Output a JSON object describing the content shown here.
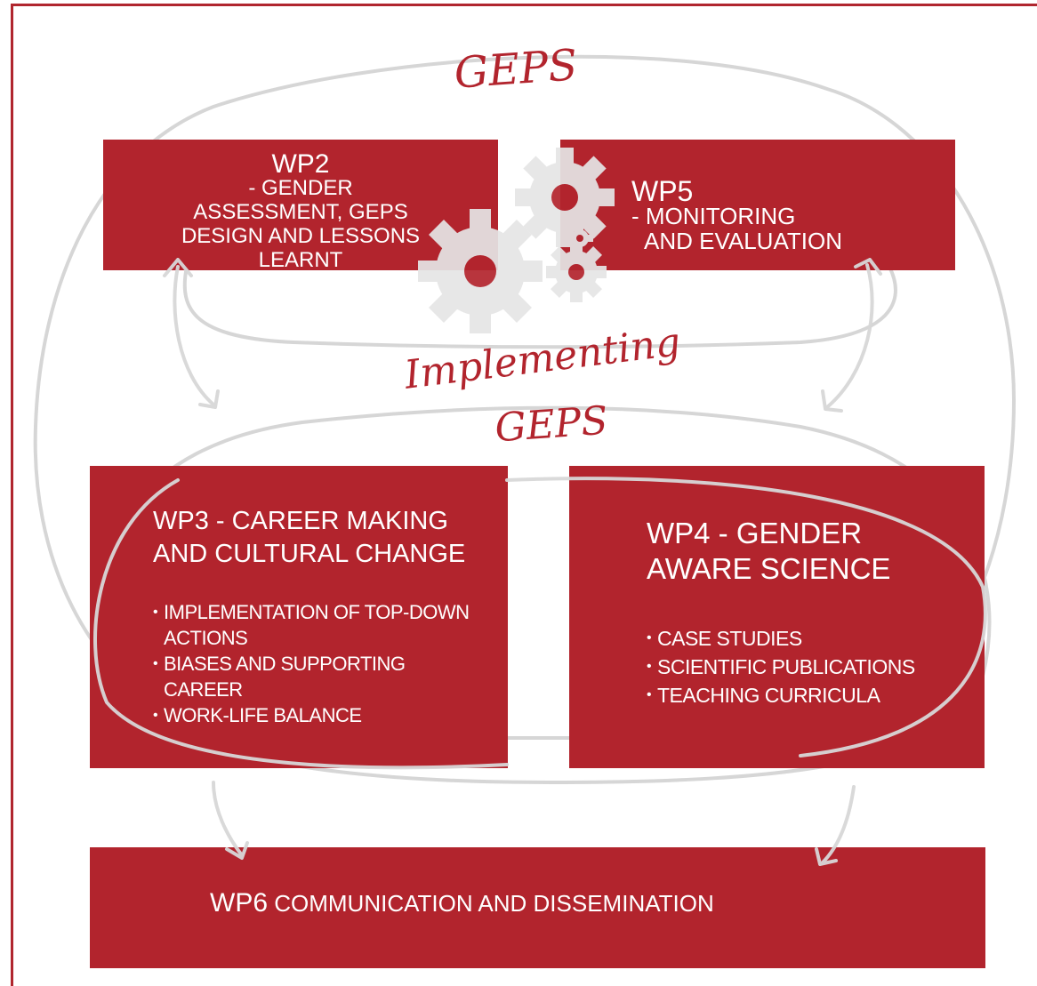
{
  "handwritten": {
    "top": "GEPS",
    "middle_line1": "Implementing",
    "middle_line2": "GEPS"
  },
  "wp2": {
    "code": "WP2",
    "dash_line1": " - GENDER",
    "line2": "ASSESSMENT, GEPs",
    "line3": "DESIGN AND LESSONS",
    "line4": "LEARNT"
  },
  "wp5": {
    "code": "WP5",
    "dash_line1": " - MONITORING",
    "line2": "AND EVALUATION"
  },
  "wp3": {
    "title_line1": "WP3 - CAREER MAKING",
    "title_line2": "AND CULTURAL CHANGE",
    "bullets": [
      {
        "line1": "IMPLEMENTATION OF TOP-DOWN",
        "line2": "ACTIONS"
      },
      {
        "line1": "BIASES AND SUPPORTING",
        "line2": "CAREER"
      },
      {
        "line1": "WORK-LIFE BALANCE",
        "line2": ""
      }
    ]
  },
  "wp4": {
    "title_line1": "WP4 - GENDER",
    "title_line2": "AWARE SCIENCE",
    "bullets": [
      "CASE STUDIES",
      "SCIENTIFIC PUBLICATIONS",
      "TEACHING CURRICULA"
    ]
  },
  "wp6": {
    "code": "WP6",
    "rest": " COMMUNICATION AND DISSEMINATION"
  },
  "colors": {
    "box_fill": "#b2242d",
    "frame": "#b0262e",
    "sketch_lines": "#d6d6d6",
    "gears": "#e6e6e6"
  },
  "icons": [
    "gear-icon",
    "gear-icon",
    "gear-icon",
    "gear-icon"
  ]
}
